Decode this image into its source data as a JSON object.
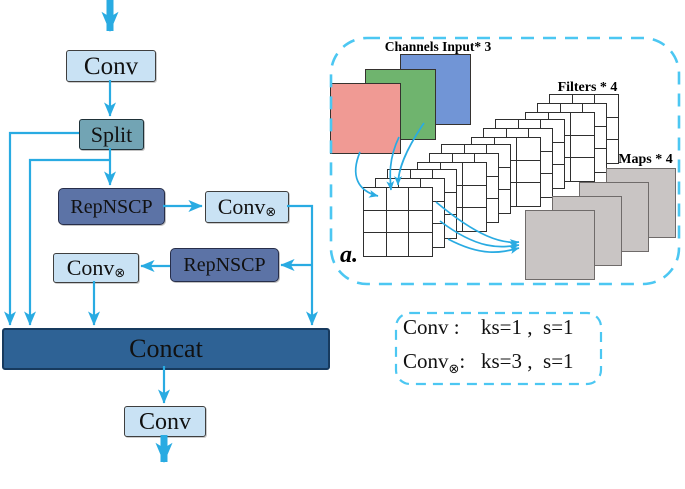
{
  "flowchart": {
    "nodes": {
      "conv_in": {
        "label": "Conv"
      },
      "split": {
        "label": "Split"
      },
      "repnscp_a": {
        "label": "RepNSCP"
      },
      "conv_k3_a": {
        "label": "Conv",
        "sub": "⊗"
      },
      "repnscp_b": {
        "label": "RepNSCP"
      },
      "conv_k3_b": {
        "label": "Conv",
        "sub": "⊗"
      },
      "concat": {
        "label": "Concat"
      },
      "conv_out": {
        "label": "Conv"
      }
    }
  },
  "panel_a": {
    "tag": "a.",
    "channels_label": "Channels Input* 3",
    "filters_label": "Filters * 4",
    "maps_label": "Maps * 4",
    "channels_count": 3,
    "filters_count": 4,
    "maps_count": 4,
    "channel_colors": [
      "#f09a94",
      "#6fb46e",
      "#7195d6"
    ],
    "map_color": "#c9c5c4"
  },
  "legend": {
    "rows": [
      {
        "name": "Conv",
        "sub": "",
        "colon": " :",
        "params": "ks=1 ,  s=1"
      },
      {
        "name": "Conv",
        "sub": "⊗",
        "colon": ":",
        "params": "ks=3 ,  s=1"
      }
    ]
  },
  "colors": {
    "arrow": "#29abe2",
    "dashed_border": "#4cc7f2",
    "node_light_blue": "#c9e2f4",
    "node_split": "#72a4b4",
    "node_repnscp": "#5c73a6",
    "node_concat": "#2e6295",
    "grid_line": "#2f2f2f"
  }
}
